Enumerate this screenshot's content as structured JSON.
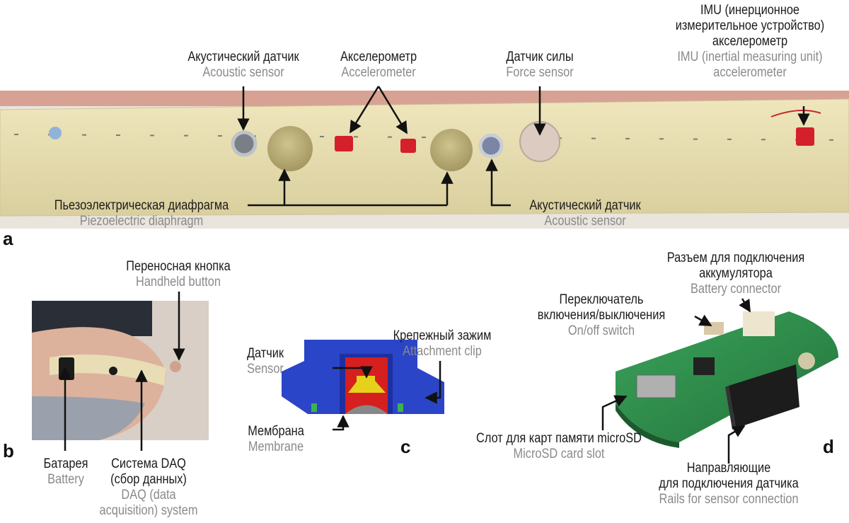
{
  "panels": {
    "a": "a",
    "b": "b",
    "c": "c",
    "d": "d"
  },
  "labels": {
    "acoustic_left": {
      "ru": "Акустический датчик",
      "en": "Acoustic sensor"
    },
    "accelerometer": {
      "ru": "Акселерометр",
      "en": "Accelerometer"
    },
    "force": {
      "ru": "Датчик силы",
      "en": "Force sensor"
    },
    "imu": {
      "ru1": "IMU (инерционное",
      "ru2": "измерительное устройство)",
      "ru3": "акселерометр",
      "en1": "IMU (inertial measuring unit)",
      "en2": "accelerometer"
    },
    "piezo": {
      "ru": "Пьезоэлектрическая диафрагма",
      "en": "Piezoelectric diaphragm"
    },
    "acoustic_right": {
      "ru": "Акустический датчик",
      "en": "Acoustic sensor"
    },
    "handheld": {
      "ru": "Переносная кнопка",
      "en": "Handheld button"
    },
    "battery": {
      "ru": "Батарея",
      "en": "Battery"
    },
    "daq": {
      "ru1": "Система DAQ",
      "ru2": "(сбор данных)",
      "en1": "DAQ (data",
      "en2": "acquisition) system"
    },
    "sensor": {
      "ru": "Датчик",
      "en": "Sensor"
    },
    "clip": {
      "ru": "Крепежный зажим",
      "en": "Attachment clip"
    },
    "membrane": {
      "ru": "Мембрана",
      "en": "Membrane"
    },
    "battery_conn": {
      "ru1": "Разъем для подключения",
      "ru2": "аккумулятора",
      "en": "Battery connector"
    },
    "onoff": {
      "ru1": "Переключатель",
      "ru2": "включения/выключения",
      "en": "On/off switch"
    },
    "microsd": {
      "ru": "Слот для карт памяти microSD",
      "en": "MicroSD card slot"
    },
    "rails": {
      "ru1": "Направляющие",
      "ru2": "для подключения датчика",
      "en": "Rails for sensor connection"
    }
  },
  "colors": {
    "belt": "#e7deb1",
    "piezo": "#bdb07a",
    "accelerometer_red": "#d4202a",
    "clip_blue": "#2b45c8",
    "sensor_red": "#d61f1f",
    "sensor_yellow": "#e6d21b",
    "pcb_green": "#2c8c4a",
    "english_text": "#8a8a8a"
  }
}
